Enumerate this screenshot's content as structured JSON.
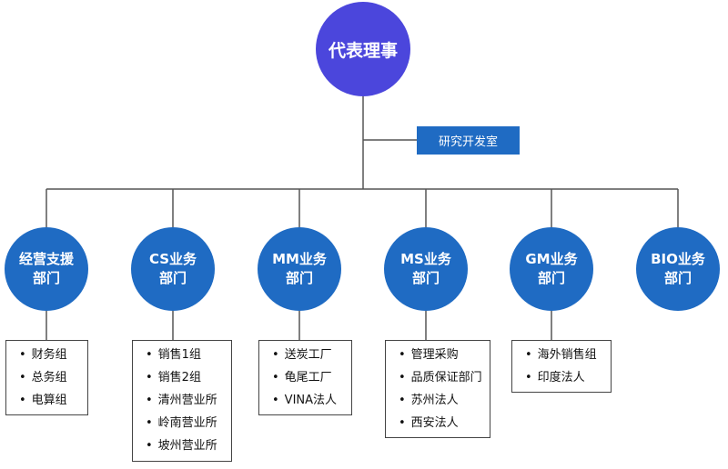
{
  "root": {
    "label": "代表理事"
  },
  "staff": {
    "label": "研究开发室"
  },
  "departments": [
    {
      "line1": "经营支援",
      "line2": "部门",
      "items": [
        "财务组",
        "总务组",
        "电算组"
      ]
    },
    {
      "line1": "CS业务",
      "line2": "部门",
      "items": [
        "销售1组",
        "销售2组",
        "清州营业所",
        "岭南营业所",
        "坡州营业所"
      ]
    },
    {
      "line1": "MM业务",
      "line2": "部门",
      "items": [
        "送炭工厂",
        "龟尾工厂",
        "VINA法人"
      ]
    },
    {
      "line1": "MS业务",
      "line2": "部门",
      "items": [
        "管理采购",
        "品质保证部门",
        "苏州法人",
        "西安法人"
      ]
    },
    {
      "line1": "GM业务",
      "line2": "部门",
      "items": [
        "海外销售组",
        "印度法人"
      ]
    },
    {
      "line1": "BIO业务",
      "line2": "部门",
      "items": []
    }
  ],
  "colors": {
    "root": "#4b46dc",
    "dept": "#1f6bc3",
    "line": "#555555"
  }
}
